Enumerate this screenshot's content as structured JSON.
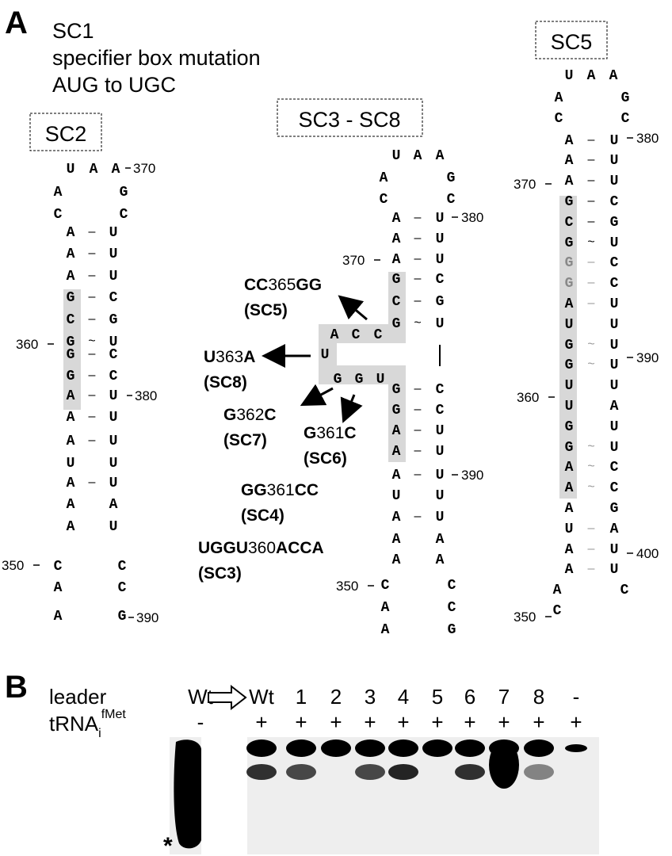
{
  "panelA": {
    "label": "A",
    "title_lines": [
      "SC1",
      "specifier box mutation",
      "AUG to UGC"
    ],
    "boxes": {
      "sc2": "SC2",
      "sc3sc8": "SC3 - SC8",
      "sc5": "SC5"
    },
    "sc2_structure": {
      "loop": [
        "U",
        "A",
        "A"
      ],
      "left": [
        "A",
        "C",
        "A",
        "A",
        "A",
        "G",
        "C",
        "G",
        "",
        "G",
        "G",
        "A",
        "A",
        "A",
        "U",
        "A",
        "A",
        "A",
        "C",
        "A",
        "A"
      ],
      "bonds": [
        "",
        "",
        "–",
        "–",
        "–",
        "–",
        "–",
        "~",
        "",
        "–",
        "–",
        "–",
        "–",
        "–",
        "",
        "–",
        "",
        "",
        "",
        "",
        ""
      ],
      "right": [
        "G",
        "C",
        "U",
        "U",
        "U",
        "C",
        "G",
        "U",
        "",
        "C",
        "C",
        "U",
        "U",
        "U",
        "U",
        "U",
        "A",
        "U",
        "C",
        "C",
        "G"
      ],
      "numbers": {
        "n370": "370",
        "n360": "360",
        "n380": "380",
        "n350": "350",
        "n390": "390"
      }
    },
    "sc3_structure": {
      "loop": [
        "U",
        "A",
        "A"
      ],
      "upper_left": [
        "A",
        "C",
        "A",
        "A",
        "A",
        "G",
        "C",
        "G"
      ],
      "upper_bonds": [
        "",
        "",
        "–",
        "–",
        "–",
        "–",
        "–",
        "~"
      ],
      "upper_right": [
        "G",
        "C",
        "U",
        "U",
        "U",
        "C",
        "G",
        "U"
      ],
      "bulge_top": [
        "A",
        "C",
        "C"
      ],
      "bulge_u": "U",
      "bulge_bottom": [
        "G",
        "G",
        "U"
      ],
      "lower_left": [
        "G",
        "G",
        "A",
        "A",
        "A",
        "U",
        "A",
        "A",
        "A",
        "C",
        "A",
        "A"
      ],
      "lower_bonds": [
        "–",
        "–",
        "–",
        "–",
        "–",
        "",
        "–",
        "",
        "",
        "",
        "",
        ""
      ],
      "lower_right": [
        "C",
        "C",
        "U",
        "U",
        "U",
        "U",
        "U",
        "A",
        "A",
        "C",
        "C",
        "G"
      ],
      "numbers": {
        "n380": "380",
        "n370": "370",
        "n390": "390",
        "n350": "350"
      }
    },
    "sc5_structure": {
      "loop": [
        "U",
        "A",
        "A"
      ],
      "left": [
        "A",
        "C",
        "A",
        "A",
        "A",
        "G",
        "C",
        "G",
        "G",
        "G",
        "A",
        "U",
        "G",
        "G",
        "U",
        "U",
        "G",
        "G",
        "A",
        "A",
        "A",
        "U",
        "A",
        "A",
        "A",
        "C"
      ],
      "bonds": [
        "",
        "",
        "–",
        "–",
        "–",
        "–",
        "–",
        "~",
        "–",
        "–",
        "–",
        "",
        "~",
        "~",
        "",
        "",
        "",
        "~",
        "~",
        "~",
        "",
        "–",
        "–",
        "–",
        "",
        ""
      ],
      "right": [
        "G",
        "C",
        "U",
        "U",
        "U",
        "C",
        "G",
        "U",
        "C",
        "C",
        "U",
        "U",
        "U",
        "U",
        "U",
        "A",
        "U",
        "U",
        "C",
        "C",
        "G",
        "A",
        "U",
        "U",
        "C",
        ""
      ],
      "numbers": {
        "n380": "380",
        "n370": "370",
        "n390": "390",
        "n360": "360",
        "n400": "400",
        "n350": "350"
      }
    },
    "mutations": [
      {
        "pre": "CC",
        "num": "365",
        "post": "GG",
        "name": "(SC5)"
      },
      {
        "pre": "U",
        "num": "363",
        "post": "A",
        "name": "(SC8)"
      },
      {
        "pre": "G",
        "num": "362",
        "post": "C",
        "name": "(SC7)"
      },
      {
        "pre": "G",
        "num": "361",
        "post": "C",
        "name": "(SC6)"
      },
      {
        "pre": "GG",
        "num": "361",
        "post": "CC",
        "name": "(SC4)"
      },
      {
        "pre": "UGGU",
        "num": "360",
        "post": "ACCA",
        "name": "(SC3)"
      }
    ]
  },
  "panelB": {
    "label": "B",
    "row_labels": {
      "leader": "leader",
      "trna_base": "tRNA",
      "trna_sub": "i",
      "trna_sup": "fMet"
    },
    "lanes": [
      {
        "leader": "Wt",
        "trna": "-",
        "shift": 0
      },
      {
        "leader": "Wt",
        "trna": "+",
        "shift": 0.8
      },
      {
        "leader": "1",
        "trna": "+",
        "shift": 0.7
      },
      {
        "leader": "2",
        "trna": "+",
        "shift": 0.05
      },
      {
        "leader": "3",
        "trna": "+",
        "shift": 0.7
      },
      {
        "leader": "4",
        "trna": "+",
        "shift": 0.85
      },
      {
        "leader": "5",
        "trna": "+",
        "shift": 0.05
      },
      {
        "leader": "6",
        "trna": "+",
        "shift": 0.8
      },
      {
        "leader": "7",
        "trna": "+",
        "shift": 1.0
      },
      {
        "leader": "8",
        "trna": "+",
        "shift": 0.45
      },
      {
        "leader": "-",
        "trna": "+",
        "shift": 0.0
      }
    ],
    "asterisk": "*",
    "colors": {
      "gel_bg": "#eeeeee",
      "band": "#000000",
      "highlight": "#d8d8d8"
    }
  }
}
